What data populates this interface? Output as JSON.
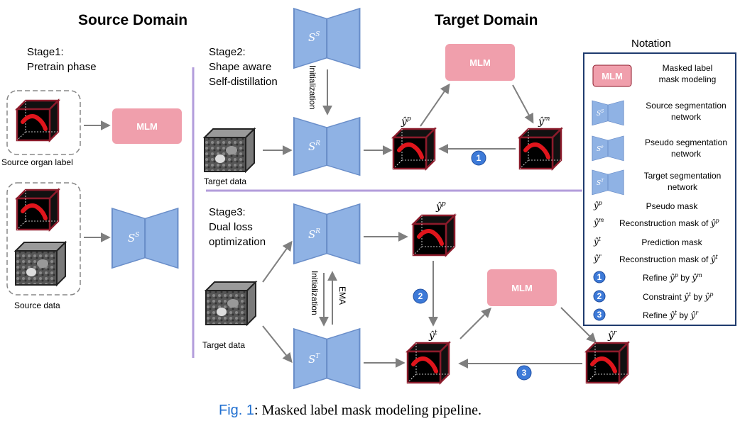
{
  "headings": {
    "source": "Source Domain",
    "target": "Target Domain"
  },
  "stage1": {
    "line1": "Stage1:",
    "line2": "Pretrain phase"
  },
  "stage2": {
    "line1": "Stage2:",
    "line2": "Shape aware",
    "line3": "Self-distillation"
  },
  "stage3": {
    "line1": "Stage3:",
    "line2": "Dual loss",
    "line3": "optimization"
  },
  "labels": {
    "source_organ_label": "Source organ label",
    "source_data": "Source data",
    "target_data": "Target data",
    "initialization": "Initialization",
    "ema": "EMA",
    "mlm": "MLM"
  },
  "networks": {
    "source": {
      "base": "S",
      "sup": "S"
    },
    "pseudo": {
      "base": "S",
      "sup": "R"
    },
    "target": {
      "base": "S",
      "sup": "T"
    },
    "legend_pseudo_sup": "e"
  },
  "masks": {
    "pseudo": {
      "base": "ŷ",
      "sup": "p"
    },
    "recon_p": {
      "base": "ŷ",
      "sup": "m"
    },
    "pred": {
      "base": "ŷ",
      "sup": "t"
    },
    "recon_t": {
      "base": "ŷ",
      "sup": "r"
    }
  },
  "steps": {
    "one": "1",
    "two": "2",
    "three": "3"
  },
  "notation": {
    "title": "Notation",
    "mlm_line1": "Masked label",
    "mlm_line2": "mask modeling",
    "src_line1": "Source segmentation",
    "src_line2": "network",
    "pse_line1": "Pseudo segmentation",
    "pse_line2": "network",
    "tgt_line1": "Target segmentation",
    "tgt_line2": "network",
    "pseudo_mask": "Pseudo mask",
    "recon_p": "Reconstruction  mask of",
    "pred_mask": "Prediction  mask",
    "recon_t": "Reconstruction  mask of",
    "refine1_a": "Refine",
    "refine1_b": "by",
    "constraint_a": "Constraint",
    "constraint_b": "by",
    "refine3_a": "Refine",
    "refine3_b": "by"
  },
  "caption": {
    "prefix": "Fig. 1",
    "text": ": Masked label mask modeling pipeline."
  },
  "colors": {
    "network": "#8fb2e4",
    "mlm": "#f09fac",
    "cube_edge": "#8c1b2b",
    "organ": "#e0151c",
    "circle": "#3d7ad8",
    "purple_divider": "#b39ddb",
    "legend_border": "#1f3b6e",
    "arrow": "#7f7f7f"
  }
}
